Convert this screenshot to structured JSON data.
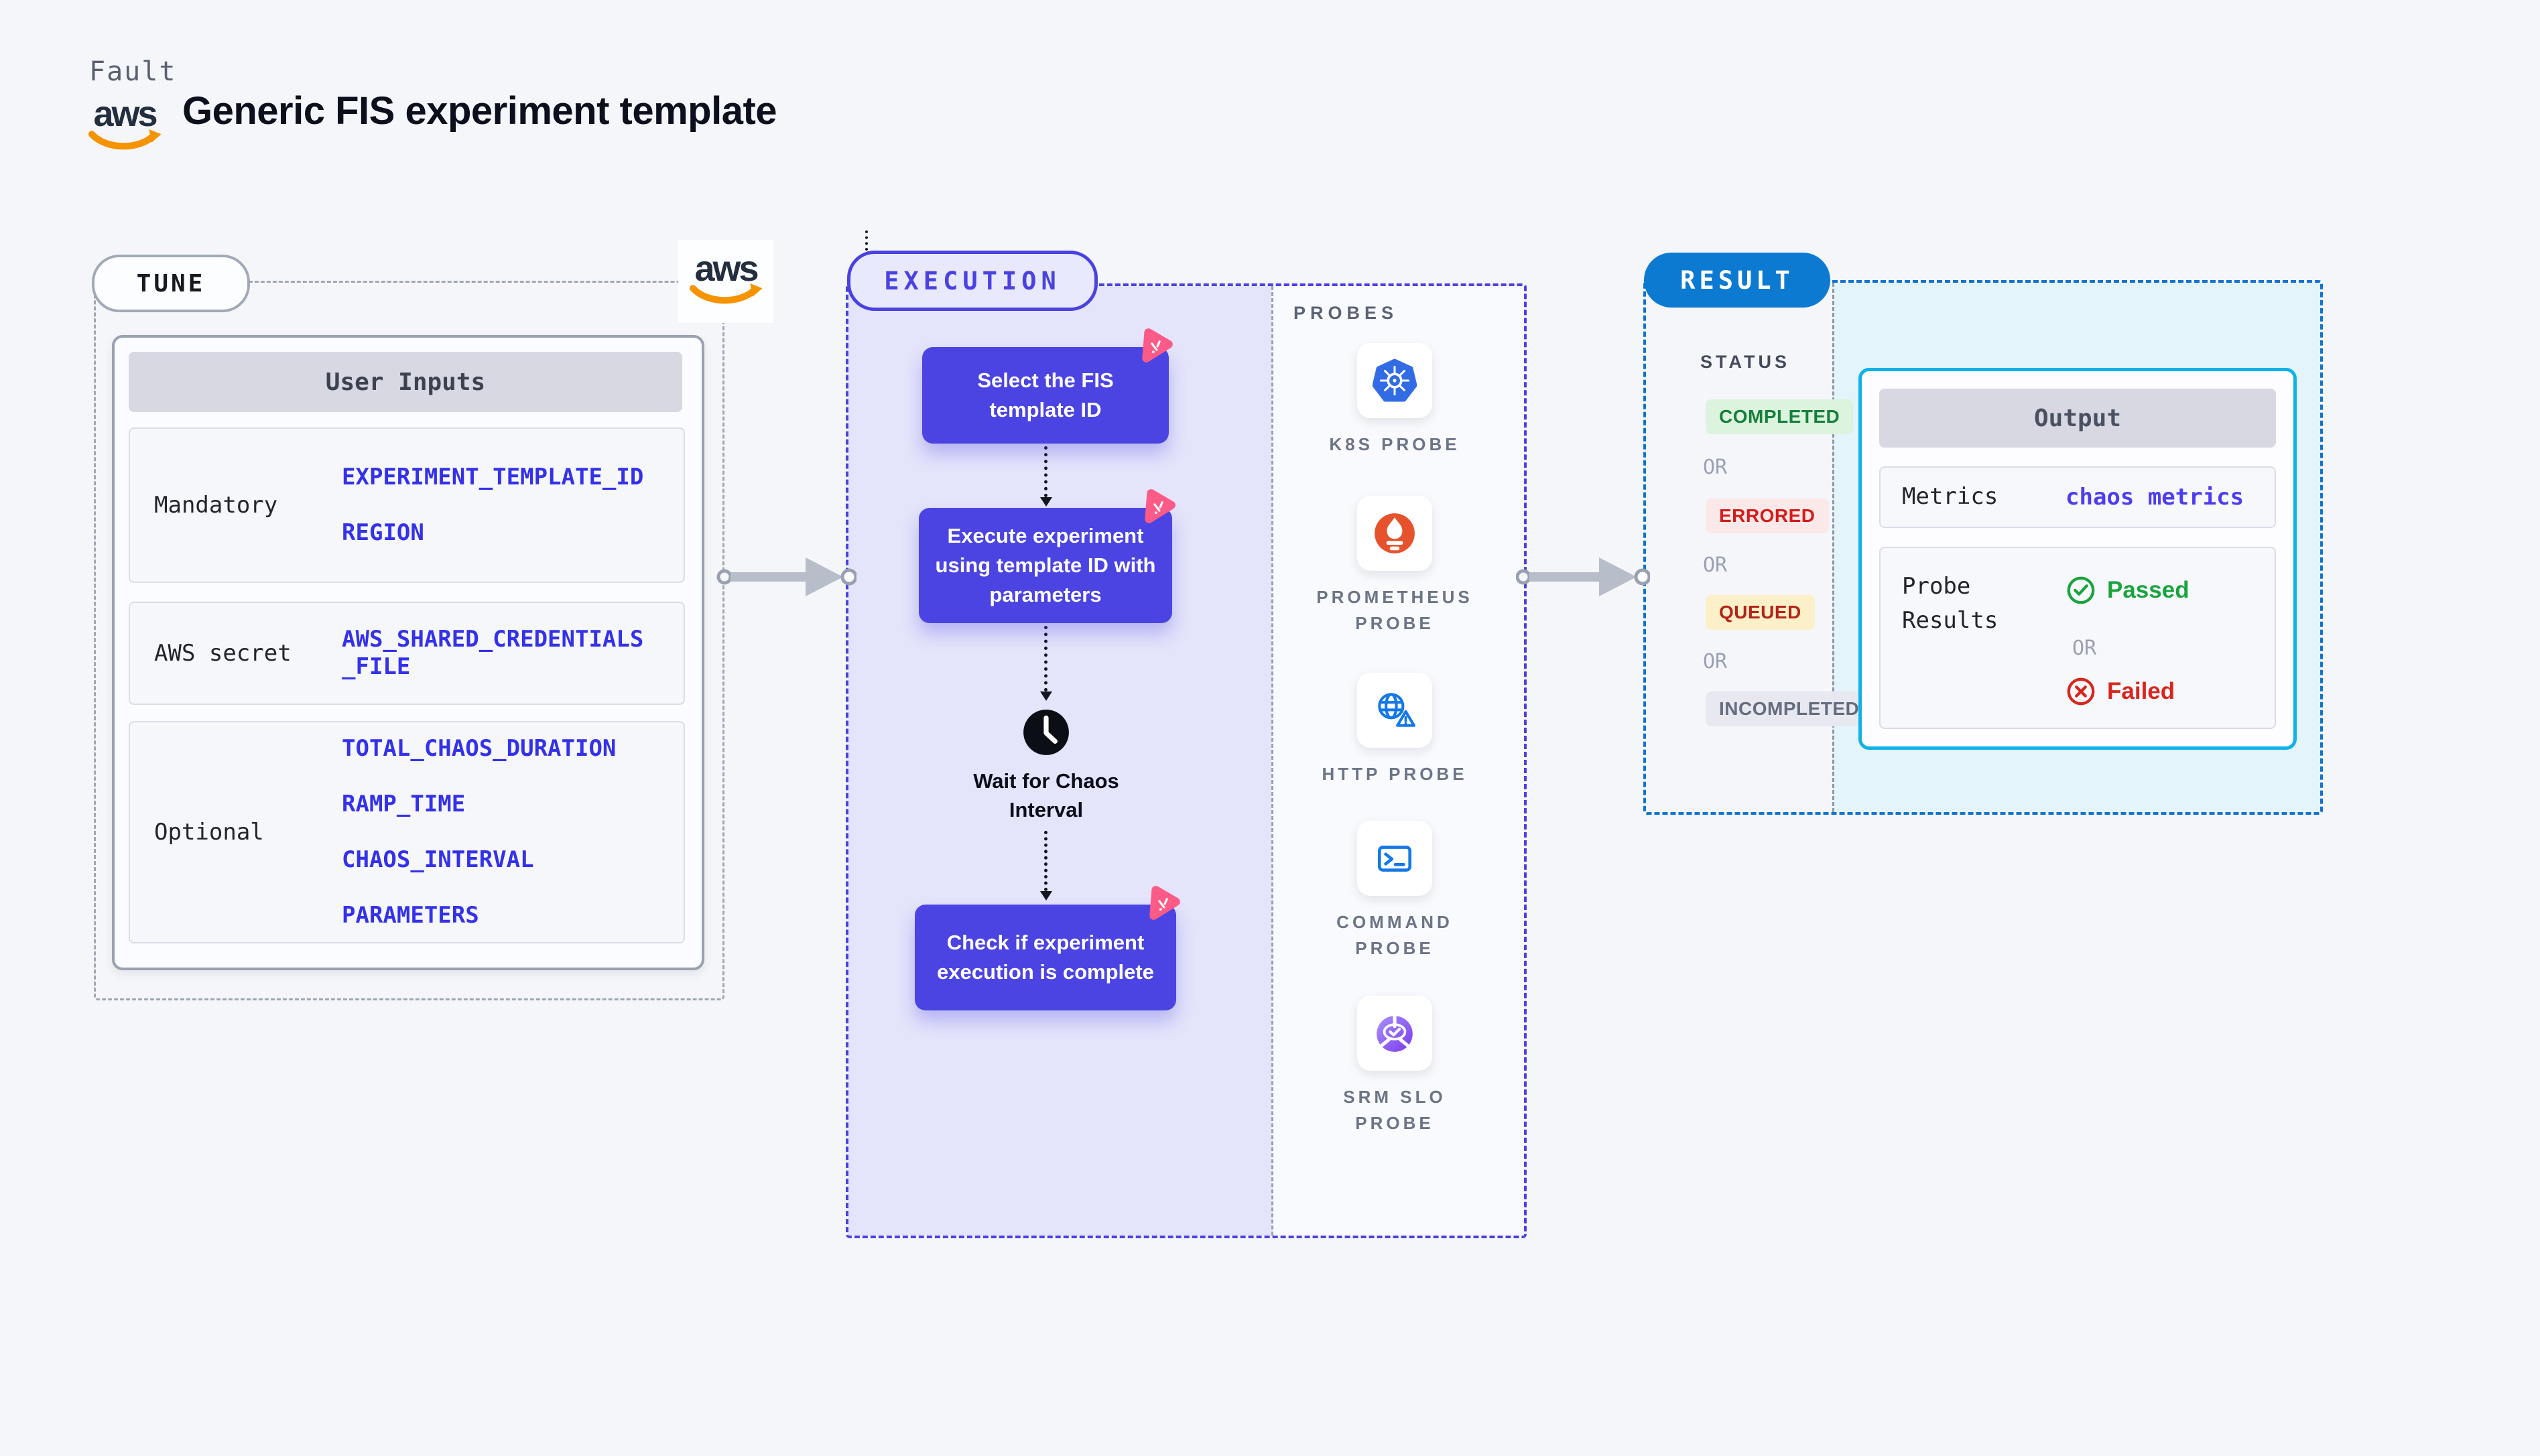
{
  "header": {
    "brand": "Fault",
    "title": "Generic FIS experiment template"
  },
  "aws": {
    "logo_text": "aws"
  },
  "tune": {
    "badge": "TUNE",
    "table": {
      "header": "User Inputs",
      "rows": [
        {
          "label": "Mandatory",
          "values": [
            "EXPERIMENT_TEMPLATE_ID",
            "REGION"
          ]
        },
        {
          "label": "AWS secret",
          "values": [
            "AWS_SHARED_CREDENTIALS_FILE"
          ]
        },
        {
          "label": "Optional",
          "values": [
            "TOTAL_CHAOS_DURATION",
            "RAMP_TIME",
            "CHAOS_INTERVAL",
            "PARAMETERS"
          ]
        }
      ]
    }
  },
  "execution": {
    "badge": "EXECUTION",
    "steps": [
      "Select the FIS template ID",
      "Execute experiment using template ID with parameters",
      "Wait for Chaos Interval",
      "Check if experiment execution is complete"
    ],
    "probes": {
      "title": "PROBES",
      "items": [
        {
          "name": "K8S PROBE",
          "icon": "kubernetes-icon"
        },
        {
          "name": "PROMETHEUS PROBE",
          "icon": "prometheus-icon"
        },
        {
          "name": "HTTP PROBE",
          "icon": "http-globe-warning-icon"
        },
        {
          "name": "COMMAND PROBE",
          "icon": "terminal-icon"
        },
        {
          "name": "SRM SLO PROBE",
          "icon": "slo-donut-check-icon"
        }
      ]
    }
  },
  "result": {
    "badge": "RESULT",
    "or": "OR",
    "status": {
      "title": "STATUS",
      "badges": [
        "COMPLETED",
        "ERRORED",
        "QUEUED",
        "INCOMPLETED"
      ]
    },
    "output": {
      "header": "Output",
      "metrics_label": "Metrics",
      "metrics_value": "chaos metrics",
      "probe_results_label": "Probe Results",
      "passed": "Passed",
      "failed": "Failed"
    }
  },
  "colors": {
    "accent_indigo": "#4b44e2",
    "lavender_bg": "#e4e4fb",
    "env_var_blue": "#3431ea",
    "result_blue": "#0d7ad1",
    "result_panel_bg": "#e3f4fb",
    "output_border": "#12b1e8",
    "completed_fg": "#17803c",
    "errored_fg": "#d31d1d",
    "queued_fg": "#b3241a",
    "incompleted_fg": "#646c7f",
    "passed_green": "#1aa23e",
    "failed_red": "#d7261d",
    "chaos_pink": "#fb5b86",
    "aws_orange": "#f59300"
  }
}
